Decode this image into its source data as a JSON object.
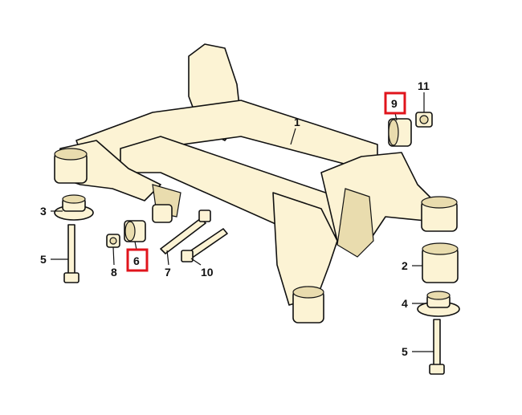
{
  "diagram": {
    "callouts": {
      "c1": "1",
      "c2": "2",
      "c3": "3",
      "c4": "4",
      "c5a": "5",
      "c5b": "5",
      "c6": "6",
      "c7": "7",
      "c8": "8",
      "c9": "9",
      "c10": "10",
      "c11": "11"
    },
    "highlighted": [
      "6",
      "9"
    ],
    "highlight_color": "#e0141c"
  }
}
